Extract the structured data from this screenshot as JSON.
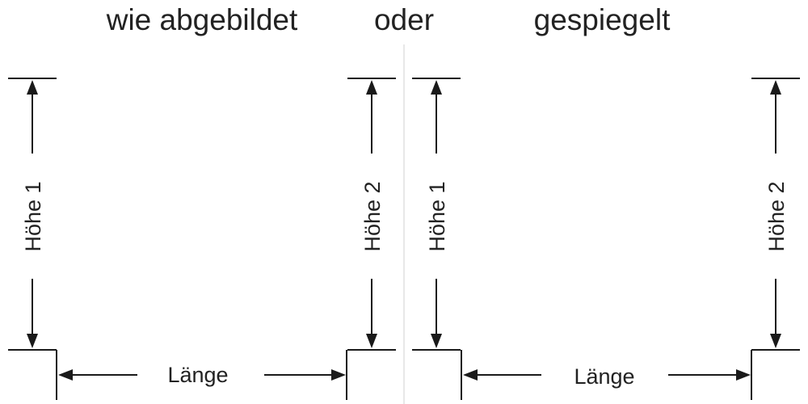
{
  "titles": {
    "left": "wie abgebildet",
    "middle": "oder",
    "right": "gespiegelt"
  },
  "left_panel": {
    "height1_label": "Höhe 1",
    "height2_label": "Höhe 2",
    "length_label": "Länge"
  },
  "right_panel": {
    "height1_label": "Höhe 1",
    "height2_label": "Höhe 2",
    "length_label": "Länge"
  },
  "colors": {
    "line": "#1a1a1a",
    "divider": "#d0d0d0"
  }
}
